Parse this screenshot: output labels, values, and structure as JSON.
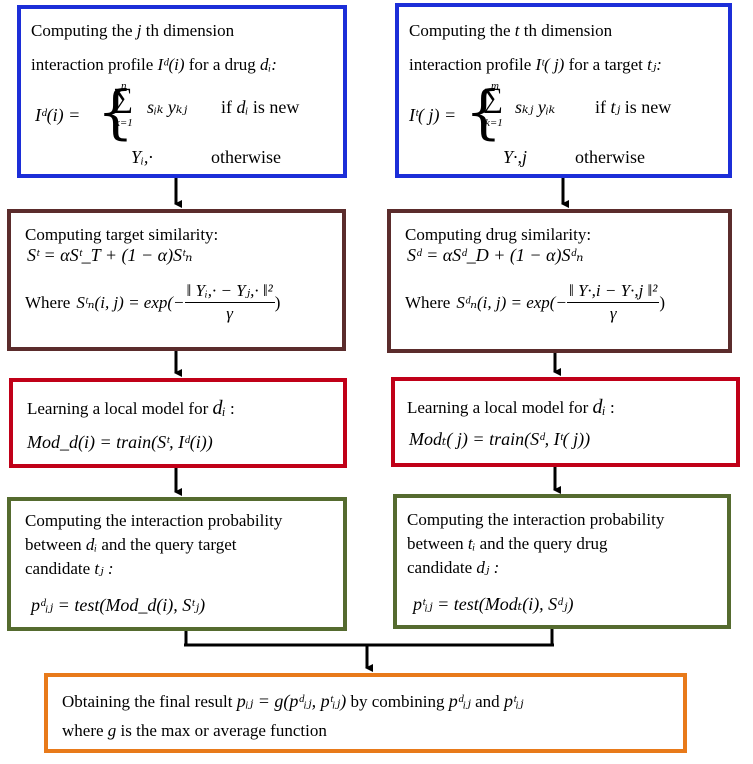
{
  "colors": {
    "profile_border": "#1c2ed8",
    "similarity_border": "#5b2c2c",
    "model_border": "#c00018",
    "probability_border": "#556b2f",
    "result_border": "#e87a1a"
  },
  "left": {
    "profile": {
      "heading_pre": "Computing the",
      "heading_var": "j",
      "heading_post": "th dimension",
      "line2_pre": "interaction profile",
      "line2_expr": "Iᵈ(i)",
      "line2_post": "for a drug",
      "line2_var": "dᵢ:",
      "eq_lhs": "Iᵈ(i) =",
      "case1_sum_top": "n",
      "case1_sum_bottom": "k=1",
      "case1_expr": "sᵢₖ yₖⱼ",
      "case1_cond_pre": "if",
      "case1_cond_var": "dᵢ",
      "case1_cond_post": "is new",
      "case2_expr": "Yᵢ,·",
      "case2_cond": "otherwise"
    },
    "similarity": {
      "title": "Computing target similarity:",
      "formula": "Sᵗ = αSᵗ_T + (1 − α)Sᵗₙ",
      "where": "Where",
      "kernel_lhs": "Sᵗₙ(i, j) = exp(−",
      "kernel_num": "‖ Yᵢ,· − Yⱼ,· ‖²",
      "kernel_den": "γ",
      "kernel_close": ")"
    },
    "model": {
      "title_pre": "Learning a local model for",
      "title_var": "dᵢ",
      "title_post": ":",
      "formula": "Mod_d(i) = train(Sᵗ, Iᵈ(i))"
    },
    "probability": {
      "line1": "Computing the interaction probability",
      "line2_pre": "between",
      "line2_var": "dᵢ",
      "line2_post": "and the query target",
      "line3_pre": "candidate",
      "line3_var": "tⱼ :",
      "formula": "pᵈᵢⱼ = test(Mod_d(i), Sᵗⱼ)"
    }
  },
  "right": {
    "profile": {
      "heading_pre": "Computing the",
      "heading_var": "t",
      "heading_post": "th dimension",
      "line2_pre": "interaction profile",
      "line2_expr": "Iᵗ( j)",
      "line2_post": "for a target",
      "line2_var": "tⱼ:",
      "eq_lhs": "Iᵗ( j) =",
      "case1_sum_top": "m",
      "case1_sum_bottom": "k=1",
      "case1_expr": "sₖⱼ yᵢₖ",
      "case1_cond_pre": "if",
      "case1_cond_var": "tⱼ",
      "case1_cond_post": "is new",
      "case2_expr": "Y·,j",
      "case2_cond": "otherwise"
    },
    "similarity": {
      "title": "Computing drug similarity:",
      "formula": "Sᵈ = αSᵈ_D + (1 − α)Sᵈₙ",
      "where": "Where",
      "kernel_lhs": "Sᵈₙ(i, j) = exp(−",
      "kernel_num": "‖ Y·,i − Y·,j ‖²",
      "kernel_den": "γ",
      "kernel_close": ")"
    },
    "model": {
      "title_pre": "Learning a local model for",
      "title_var": "dᵢ",
      "title_post": ":",
      "formula": "Modₜ( j) = train(Sᵈ, Iᵗ( j))"
    },
    "probability": {
      "line1": "Computing the interaction probability",
      "line2_pre": "between",
      "line2_var": "tᵢ",
      "line2_post": "and the query drug",
      "line3_pre": "candidate",
      "line3_var": "dⱼ :",
      "formula": "pᵗᵢⱼ = test(Modₜ(i), Sᵈⱼ)"
    }
  },
  "result": {
    "line1_pre": "Obtaining the final result",
    "line1_expr": "pᵢⱼ = g(pᵈᵢⱼ, pᵗᵢⱼ)",
    "line1_mid": "by combining",
    "line1_a": "pᵈᵢⱼ",
    "line1_and": "and",
    "line1_b": "pᵗᵢⱼ",
    "line2_pre": "where",
    "line2_var": "g",
    "line2_post": "is the max or average function"
  }
}
